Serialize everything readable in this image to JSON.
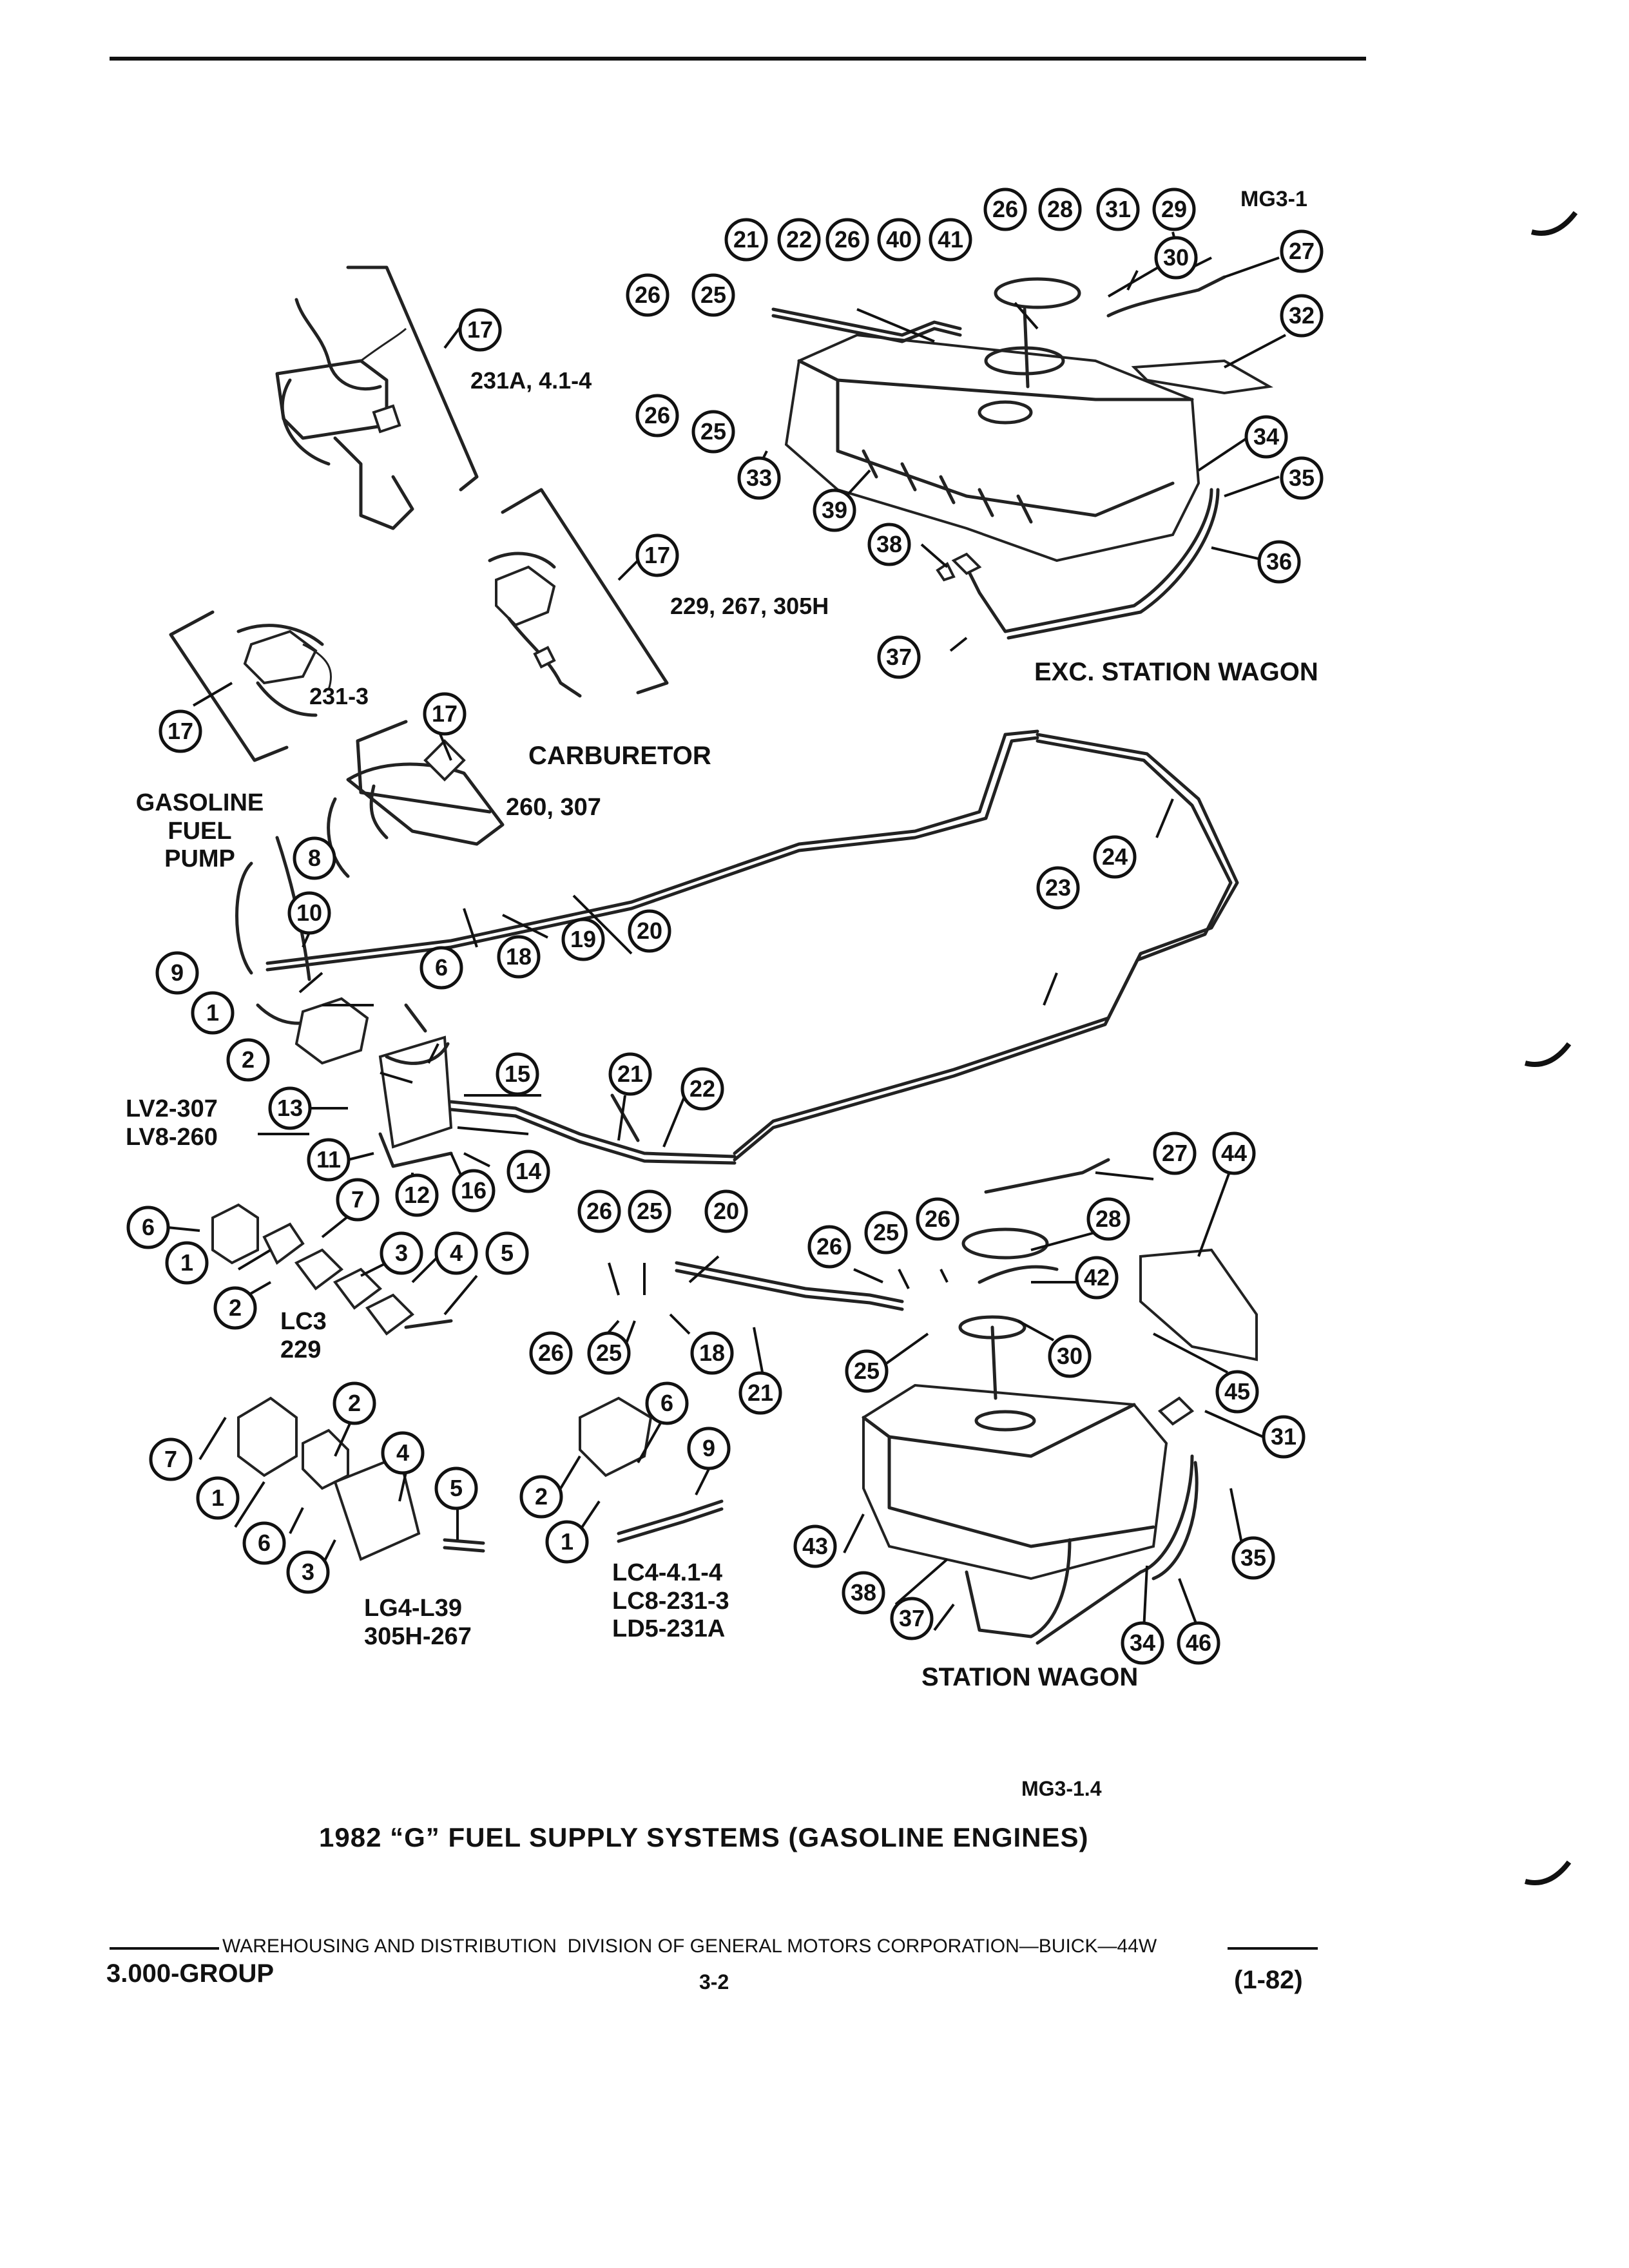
{
  "drawing_code_top": "MG3-1",
  "drawing_code_bottom": "MG3-1.4",
  "figure_title": "1982 “G” FUEL SUPPLY SYSTEMS (GASOLINE ENGINES)",
  "labels": {
    "l231a": "231A, 4.1-4",
    "l229": "229, 267, 305H",
    "l2313": "231-3",
    "carb": "CARBURETOR",
    "l260": "260, 307",
    "gas_pump": "GASOLINE\nFUEL\nPUMP",
    "lv": "LV2-307\nLV8-260",
    "lc3": "LC3\n229",
    "lg4": "LG4-L39\n305H-267",
    "lc4": "LC4-4.1-4\nLC8-231-3\nLD5-231A",
    "exc_wagon": "EXC. STATION WAGON",
    "wagon": "STATION WAGON"
  },
  "callouts": [
    {
      "n": "21"
    },
    {
      "n": "22"
    },
    {
      "n": "26"
    },
    {
      "n": "40"
    },
    {
      "n": "41"
    },
    {
      "n": "26"
    },
    {
      "n": "28"
    },
    {
      "n": "31"
    },
    {
      "n": "29"
    },
    {
      "n": "27"
    },
    {
      "n": "30"
    },
    {
      "n": "26"
    },
    {
      "n": "25"
    },
    {
      "n": "32"
    },
    {
      "n": "26"
    },
    {
      "n": "25"
    },
    {
      "n": "33"
    },
    {
      "n": "34"
    },
    {
      "n": "35"
    },
    {
      "n": "39"
    },
    {
      "n": "36"
    },
    {
      "n": "38"
    },
    {
      "n": "37"
    },
    {
      "n": "17"
    },
    {
      "n": "17"
    },
    {
      "n": "17"
    },
    {
      "n": "17"
    },
    {
      "n": "8"
    },
    {
      "n": "10"
    },
    {
      "n": "6"
    },
    {
      "n": "9"
    },
    {
      "n": "1"
    },
    {
      "n": "2"
    },
    {
      "n": "13"
    },
    {
      "n": "11"
    },
    {
      "n": "12"
    },
    {
      "n": "16"
    },
    {
      "n": "14"
    },
    {
      "n": "15"
    },
    {
      "n": "18"
    },
    {
      "n": "19"
    },
    {
      "n": "20"
    },
    {
      "n": "24"
    },
    {
      "n": "23"
    },
    {
      "n": "21"
    },
    {
      "n": "22"
    },
    {
      "n": "6"
    },
    {
      "n": "7"
    },
    {
      "n": "1"
    },
    {
      "n": "3"
    },
    {
      "n": "4"
    },
    {
      "n": "5"
    },
    {
      "n": "2"
    },
    {
      "n": "26"
    },
    {
      "n": "25"
    },
    {
      "n": "20"
    },
    {
      "n": "26"
    },
    {
      "n": "25"
    },
    {
      "n": "26"
    },
    {
      "n": "28"
    },
    {
      "n": "27"
    },
    {
      "n": "44"
    },
    {
      "n": "42"
    },
    {
      "n": "26"
    },
    {
      "n": "25"
    },
    {
      "n": "18"
    },
    {
      "n": "21"
    },
    {
      "n": "25"
    },
    {
      "n": "30"
    },
    {
      "n": "45"
    },
    {
      "n": "31"
    },
    {
      "n": "35"
    },
    {
      "n": "43"
    },
    {
      "n": "38"
    },
    {
      "n": "37"
    },
    {
      "n": "34"
    },
    {
      "n": "46"
    },
    {
      "n": "7"
    },
    {
      "n": "2"
    },
    {
      "n": "4"
    },
    {
      "n": "1"
    },
    {
      "n": "5"
    },
    {
      "n": "6"
    },
    {
      "n": "3"
    },
    {
      "n": "6"
    },
    {
      "n": "9"
    },
    {
      "n": "2"
    },
    {
      "n": "1"
    }
  ],
  "footer": {
    "org": "WAREHOUSING AND DISTRIBUTION  DIVISION OF GENERAL MOTORS CORPORATION—BUICK—44W",
    "group": "3.000-GROUP",
    "page": "3-2",
    "date": "(1-82)"
  }
}
